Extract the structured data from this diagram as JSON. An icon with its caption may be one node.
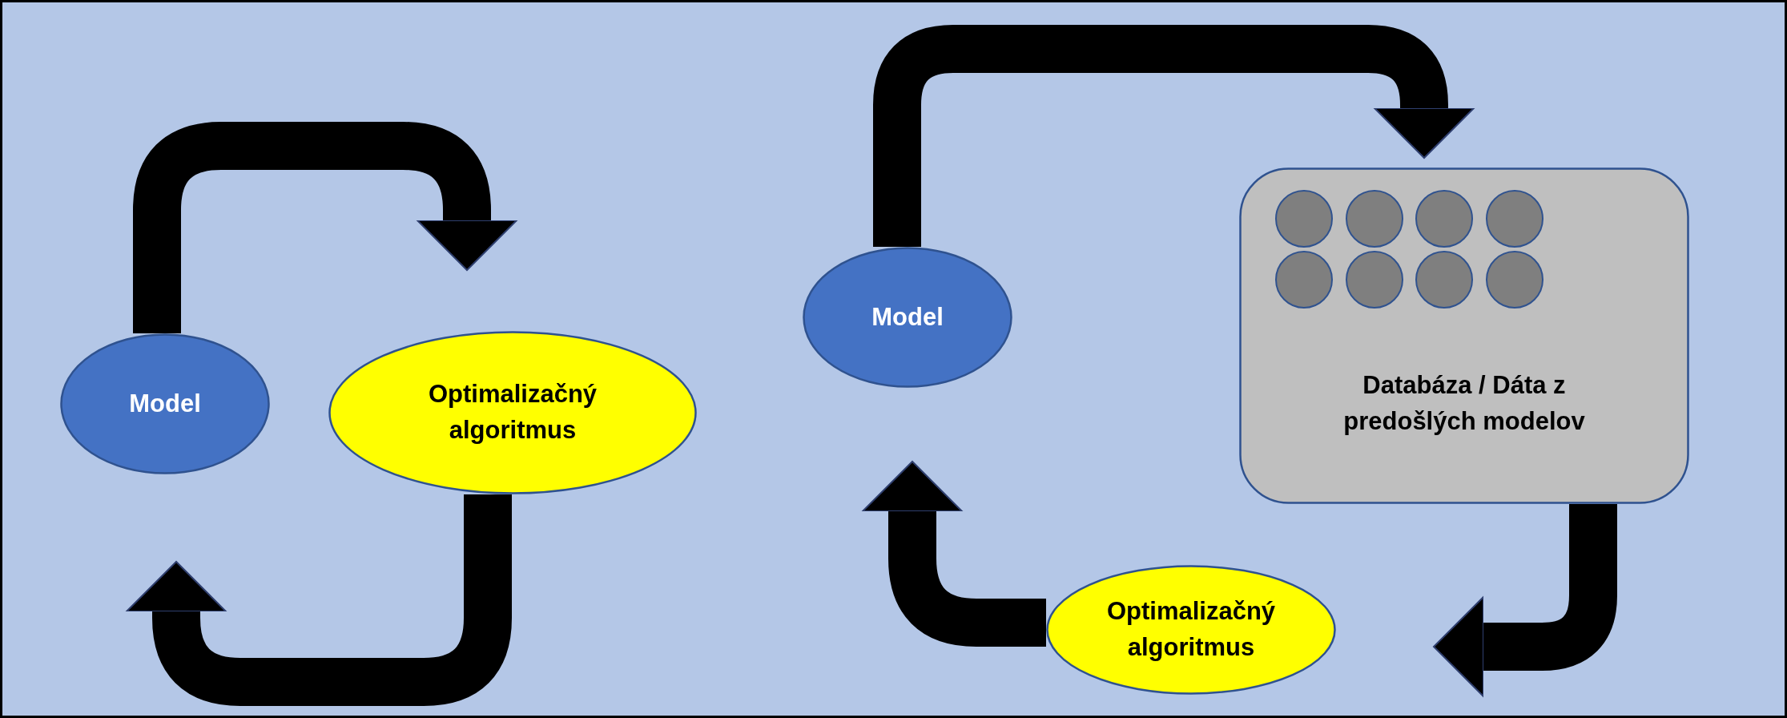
{
  "diagram": {
    "nodes": [
      {
        "text": [
          "Model"
        ]
      },
      {
        "text": [
          "Optimalizačný algoritmus"
        ]
      },
      {
        "text": [
          "Model"
        ]
      },
      {
        "text": [
          "Databáza / Dáta z predošlých modelov"
        ]
      },
      {
        "text": [
          "Optimalizačný algoritmus"
        ]
      }
    ],
    "edges": [
      {
        "from": 0,
        "to": 1,
        "arrow": "to"
      },
      {
        "from": 1,
        "to": 0,
        "arrow": "to"
      },
      {
        "from": 2,
        "to": 3,
        "arrow": "to"
      },
      {
        "from": 3,
        "to": 4,
        "arrow": "to"
      },
      {
        "from": 4,
        "to": 2,
        "arrow": "to"
      }
    ]
  }
}
